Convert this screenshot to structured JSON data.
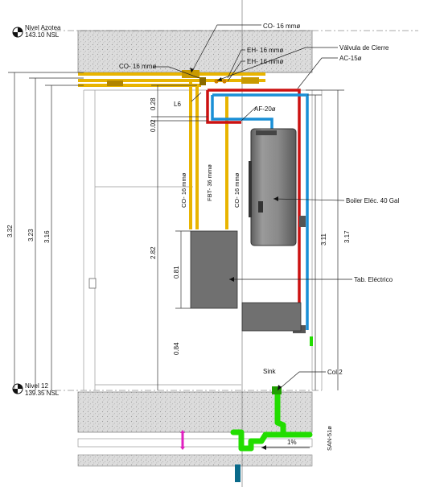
{
  "levels": {
    "top": {
      "name": "Nivel Azotea",
      "value": "143.10 NSL"
    },
    "bottom": {
      "name": "Nivel 12",
      "value": "139.35 NSL"
    }
  },
  "labels": {
    "co_top": "CO- 16 mmø",
    "valvula": "Válvula de Cierre",
    "eh1": "EH- 16 mmø",
    "eh2": "EH- 16 mmø",
    "ac": "AC-15ø",
    "co_left": "CO- 16 mmø",
    "l6": "L6",
    "af": "AF-20ø",
    "co_v1": "CO- 16 mmø",
    "fbt": "FBT- 36 mmø",
    "co_v2": "CO- 16 mmø",
    "boiler": "Boiler Eléc. 40 Gal",
    "tablero": "Tab. Eléctrico",
    "sink": "Sink",
    "col": "Col.2",
    "san": "SAN-51ø",
    "slope": "1%"
  },
  "dimensions": {
    "d332": "3.32",
    "d323": "3.23",
    "d316": "3.16",
    "d028": "0.28",
    "d002": "0.02",
    "d282": "2.82",
    "d081": "0.81",
    "d084": "0.84",
    "d311": "3.11",
    "d317": "3.17"
  },
  "colors": {
    "concrete": "#d9d9d9",
    "yellow_pipe": "#e8b400",
    "red_pipe": "#cc1111",
    "blue_pipe": "#1a8fd6",
    "green_pipe": "#22dd00",
    "magenta": "#e020c0",
    "panel": "#707070",
    "boiler": "#7c7c7c",
    "teal_stub": "#0a6a8a"
  }
}
